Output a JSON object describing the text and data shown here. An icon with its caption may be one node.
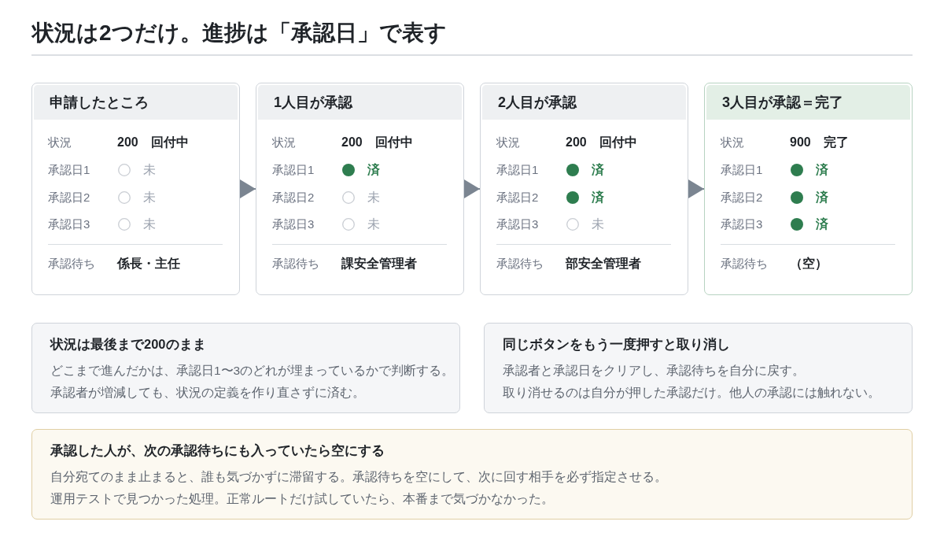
{
  "diagram": {
    "title": "状況は2つだけ。進捗は「承認日」で表す",
    "nodes": [
      {
        "text": [
          "申請したところ",
          "状況",
          "200　回付中",
          "承認日1",
          "未",
          "承認日2",
          "未",
          "承認日3",
          "未",
          "承認待ち",
          "係長・主任"
        ]
      },
      {
        "text": [
          "1人目が承認",
          "状況",
          "200　回付中",
          "承認日1",
          "済",
          "承認日2",
          "未",
          "承認日3",
          "未",
          "承認待ち",
          "課安全管理者"
        ]
      },
      {
        "text": [
          "2人目が承認",
          "状況",
          "200　回付中",
          "承認日1",
          "済",
          "承認日2",
          "済",
          "承認日3",
          "未",
          "承認待ち",
          "部安全管理者"
        ]
      },
      {
        "text": [
          "3人目が承認＝完了",
          "状況",
          "900　完了",
          "承認日1",
          "済",
          "承認日2",
          "済",
          "承認日3",
          "済",
          "承認待ち",
          "（空）"
        ]
      },
      {
        "text": [
          "状況は最後まで200のまま",
          "どこまで進んだかは、承認日1〜3のどれが埋まっているかで判断する。",
          "承認者が増減しても、状況の定義を作り直さずに済む。"
        ]
      },
      {
        "text": [
          "同じボタンをもう一度押すと取り消し",
          "承認者と承認日をクリアし、承認待ちを自分に戻す。",
          "取り消せるのは自分が押した承認だけ。他人の承認には触れない。"
        ]
      },
      {
        "text": [
          "承認した人が、次の承認待ちにも入っていたら空にする",
          "自分宛てのまま止まると、誰も気づかずに滞留する。承認待ちを空にして、次に回す相手を必ず指定させる。",
          "運用テストで見つかった処理。正常ルートだけ試していたら、本番まで気づかなかった。"
        ]
      }
    ],
    "edges": [
      {
        "from": 0,
        "to": 1,
        "arrow": "to"
      },
      {
        "from": 1,
        "to": 2,
        "arrow": "to"
      },
      {
        "from": 2,
        "to": 3,
        "arrow": "to"
      }
    ]
  }
}
